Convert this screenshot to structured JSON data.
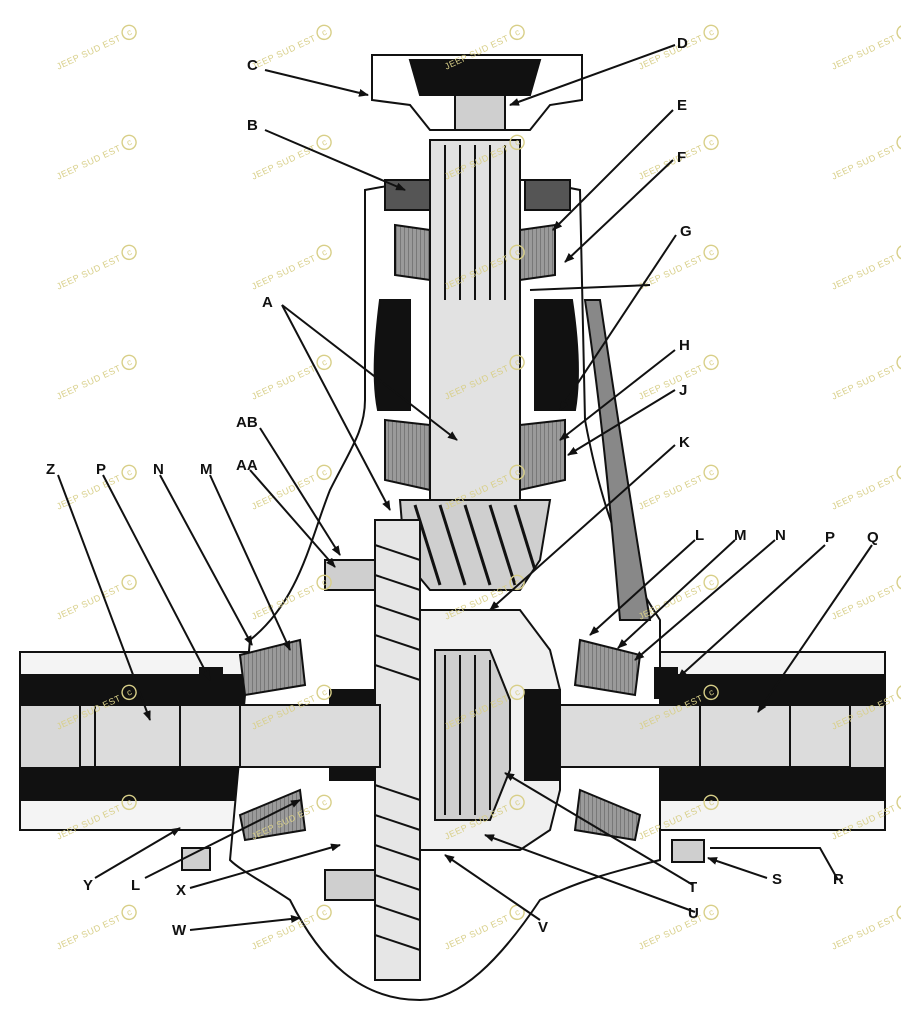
{
  "watermark": {
    "text": "JEEP SUD EST",
    "symbol": "©"
  },
  "labels": {
    "A": "A",
    "AB": "AB",
    "AA": "AA",
    "B": "B",
    "C": "C",
    "D": "D",
    "E": "E",
    "F": "F",
    "G": "G",
    "H": "H",
    "J": "J",
    "K": "K",
    "L_right": "L",
    "M_right": "M",
    "N_right": "N",
    "P_right": "P",
    "Q": "Q",
    "Z": "Z",
    "P_left": "P",
    "N_left": "N",
    "M_left": "M",
    "Y": "Y",
    "L_left": "L",
    "X": "X",
    "W": "W",
    "V": "V",
    "U": "U",
    "T": "T",
    "S": "S",
    "R": "R"
  }
}
